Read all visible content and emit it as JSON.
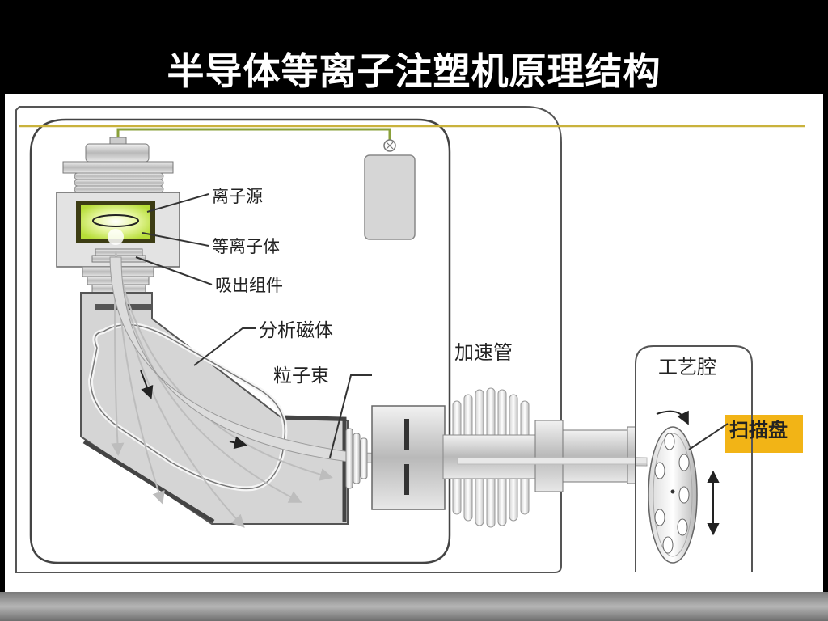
{
  "title": "半导体等离子注塑机原理结构",
  "labels": {
    "ion_source": "离子源",
    "plasma": "等离子体",
    "extraction": "吸出组件",
    "analyzer_magnet": "分析磁体",
    "particle_beam": "粒子束",
    "accelerator": "加速管",
    "process_chamber": "工艺腔",
    "scan_disk": "扫描盘"
  },
  "colors": {
    "highlight": "#f2b416",
    "plasma": "#c6e84a",
    "source_frame": "#3a3a12",
    "power_line": "#8aa03a",
    "outline": "#555555"
  }
}
